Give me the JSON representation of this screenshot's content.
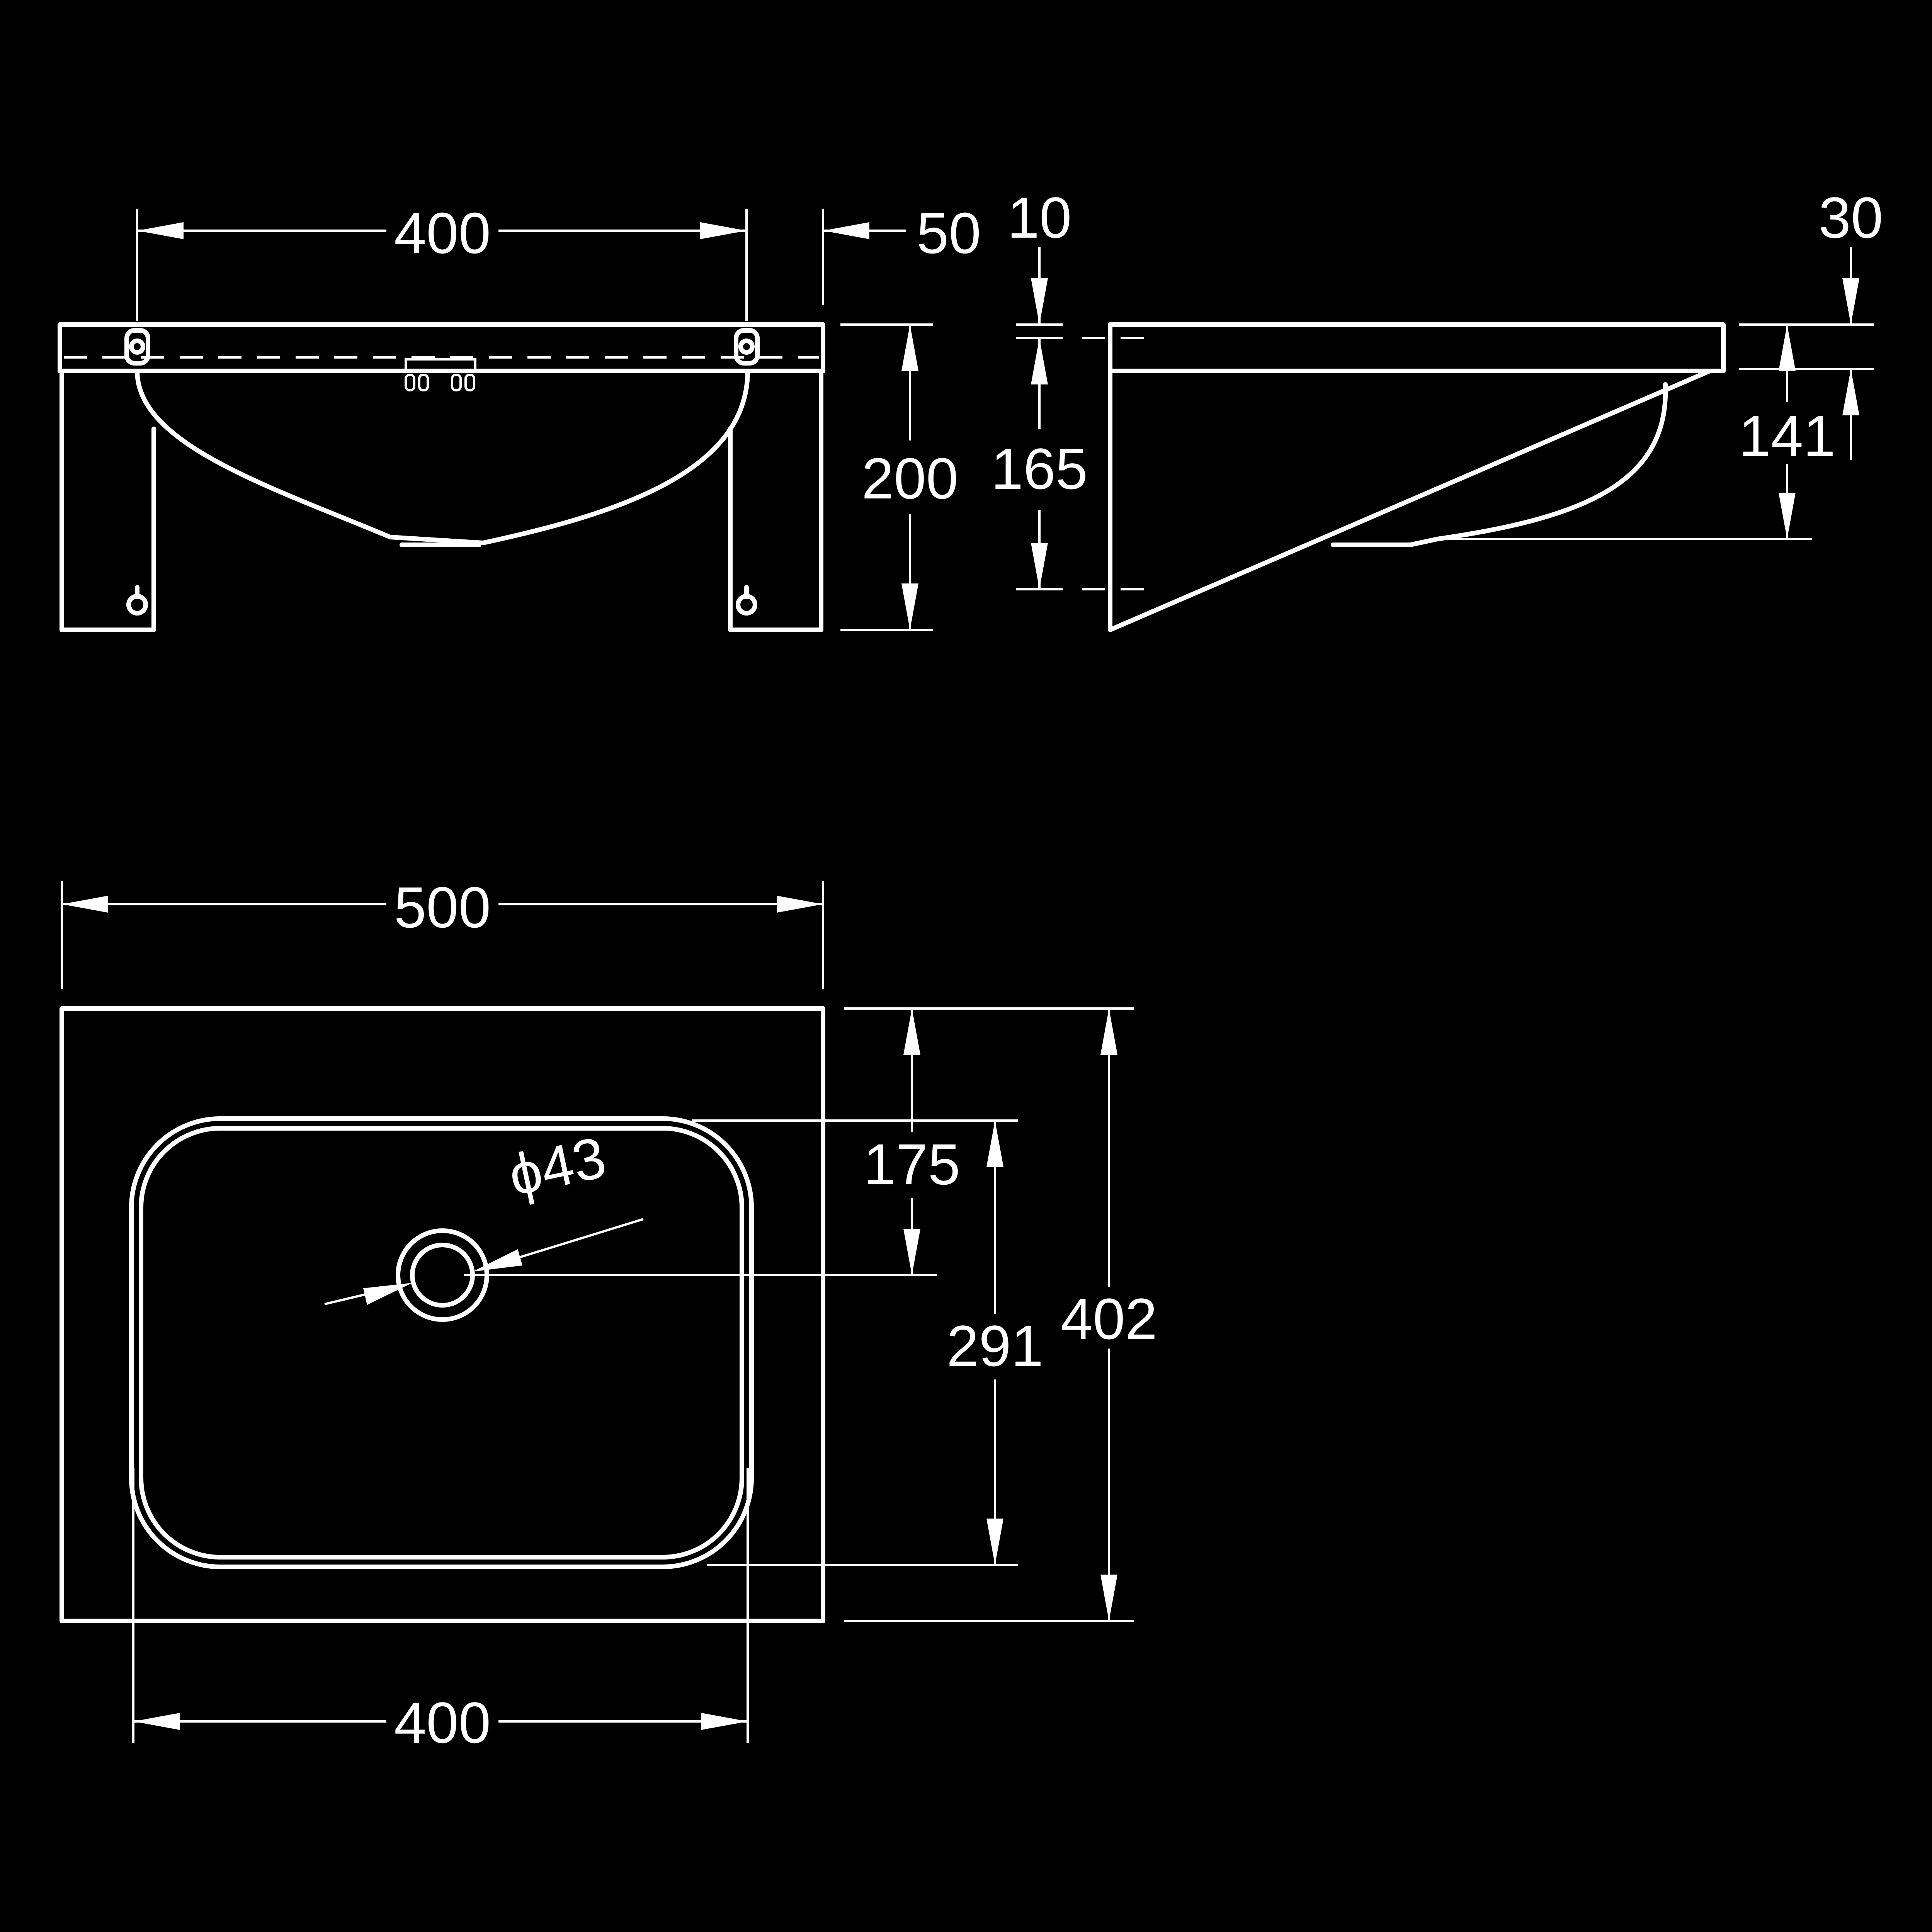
{
  "colors": {
    "background": "#000000",
    "line": "#ffffff"
  },
  "front_view": {
    "width_label": "400",
    "depth_label": "50",
    "height_label": "200"
  },
  "side_view": {
    "top_label": "10",
    "height_label": "165",
    "rim_label": "30",
    "bowl_label": "141"
  },
  "plan_view": {
    "overall_width_label": "500",
    "bowl_width_label": "400",
    "drain_label": "ϕ43",
    "drain_offset_label": "175",
    "bowl_depth_label": "291",
    "overall_depth_label": "402"
  }
}
